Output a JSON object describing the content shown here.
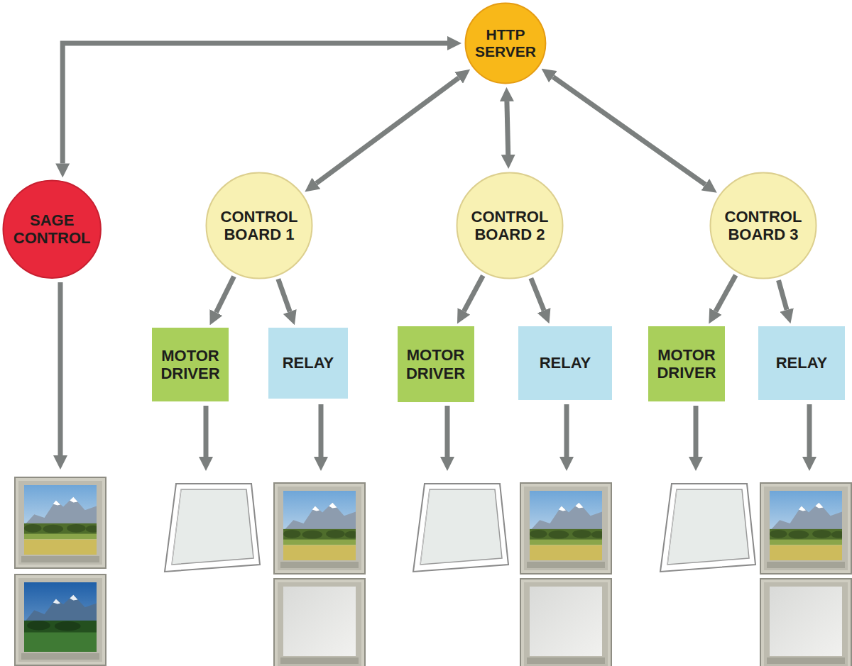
{
  "diagram": {
    "nodes": [
      {
        "text": [
          "HTTP SERVER"
        ]
      },
      {
        "text": [
          "SAGE CONTROL"
        ]
      },
      {
        "text": [
          "CONTROL BOARD 1"
        ]
      },
      {
        "text": [
          "CONTROL BOARD 2"
        ]
      },
      {
        "text": [
          "CONTROL BOARD 3"
        ]
      },
      {
        "text": [
          "MOTOR DRIVER"
        ]
      },
      {
        "text": [
          "RELAY"
        ]
      },
      {
        "text": [
          "MOTOR DRIVER"
        ]
      },
      {
        "text": [
          "RELAY"
        ]
      },
      {
        "text": [
          "MOTOR DRIVER"
        ]
      },
      {
        "text": [
          "RELAY"
        ]
      }
    ],
    "edges": [
      {
        "from": 0,
        "to": 1,
        "arrow": "both"
      },
      {
        "from": 0,
        "to": 2,
        "arrow": "both"
      },
      {
        "from": 0,
        "to": 3,
        "arrow": "both"
      },
      {
        "from": 0,
        "to": 4,
        "arrow": "both"
      },
      {
        "from": 2,
        "to": 5,
        "arrow": "to"
      },
      {
        "from": 2,
        "to": 6,
        "arrow": "to"
      },
      {
        "from": 3,
        "to": 7,
        "arrow": "to"
      },
      {
        "from": 3,
        "to": 8,
        "arrow": "to"
      },
      {
        "from": 4,
        "to": 9,
        "arrow": "to"
      },
      {
        "from": 4,
        "to": 10,
        "arrow": "to"
      }
    ]
  }
}
